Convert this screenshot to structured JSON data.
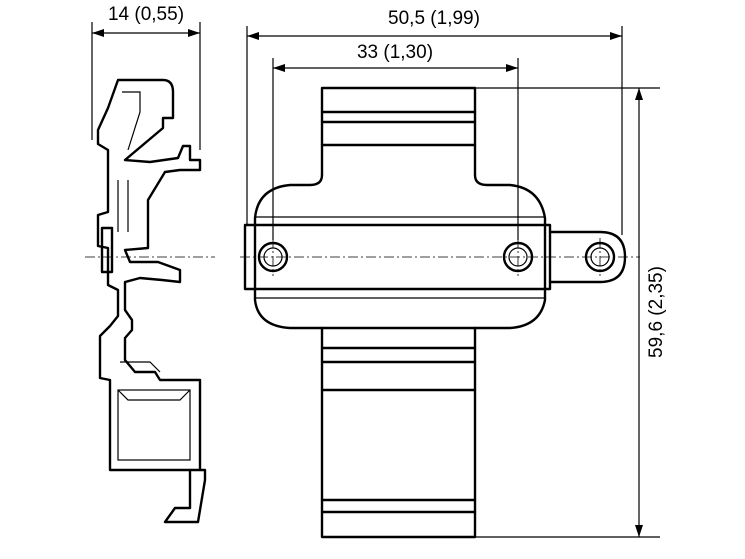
{
  "dimensions": {
    "side_width": "14 (0,55)",
    "overall_width": "50,5 (1,99)",
    "hole_spacing": "33 (1,30)",
    "overall_height": "59,6 (2,35)"
  },
  "colors": {
    "line": "#000000",
    "background": "#ffffff"
  }
}
